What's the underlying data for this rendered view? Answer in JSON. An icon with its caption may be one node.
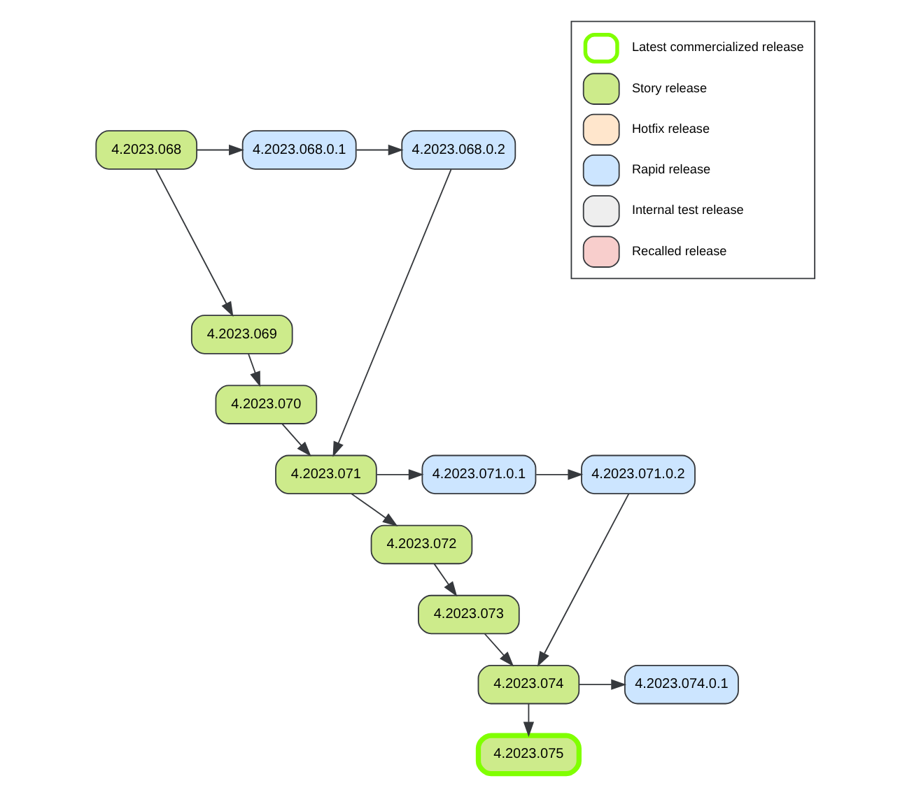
{
  "diagram": {
    "nodes": [
      {
        "text": [
          "4.2023.068"
        ]
      },
      {
        "text": [
          "4.2023.068.0.1"
        ]
      },
      {
        "text": [
          "4.2023.068.0.2"
        ]
      },
      {
        "text": [
          "4.2023.069"
        ]
      },
      {
        "text": [
          "4.2023.070"
        ]
      },
      {
        "text": [
          "4.2023.071"
        ]
      },
      {
        "text": [
          "4.2023.071.0.1"
        ]
      },
      {
        "text": [
          "4.2023.071.0.2"
        ]
      },
      {
        "text": [
          "4.2023.072"
        ]
      },
      {
        "text": [
          "4.2023.073"
        ]
      },
      {
        "text": [
          "4.2023.074"
        ]
      },
      {
        "text": [
          "4.2023.074.0.1"
        ]
      },
      {
        "text": [
          "4.2023.075"
        ]
      }
    ],
    "edges": [
      {
        "from": 0,
        "to": 1,
        "arrow": "to"
      },
      {
        "from": 1,
        "to": 2,
        "arrow": "to"
      },
      {
        "from": 0,
        "to": 3,
        "arrow": "to"
      },
      {
        "from": 3,
        "to": 4,
        "arrow": "to"
      },
      {
        "from": 4,
        "to": 5,
        "arrow": "to"
      },
      {
        "from": 2,
        "to": 5,
        "arrow": "to"
      },
      {
        "from": 5,
        "to": 6,
        "arrow": "to"
      },
      {
        "from": 6,
        "to": 7,
        "arrow": "to"
      },
      {
        "from": 5,
        "to": 8,
        "arrow": "to"
      },
      {
        "from": 8,
        "to": 9,
        "arrow": "to"
      },
      {
        "from": 9,
        "to": 10,
        "arrow": "to"
      },
      {
        "from": 7,
        "to": 10,
        "arrow": "to"
      },
      {
        "from": 10,
        "to": 11,
        "arrow": "to"
      },
      {
        "from": 10,
        "to": 12,
        "arrow": "to"
      }
    ],
    "legend": [
      {
        "text": "Latest commercialized release"
      },
      {
        "text": "Story release",
        "color": "#cdeb8b"
      },
      {
        "text": "Hotfix release",
        "color": "#ffe6cc"
      },
      {
        "text": "Rapid release",
        "color": "#cce5ff"
      },
      {
        "text": "Internal test release",
        "color": "#eeeeee"
      },
      {
        "text": "Recalled release",
        "color": "#f8cecc"
      }
    ]
  }
}
